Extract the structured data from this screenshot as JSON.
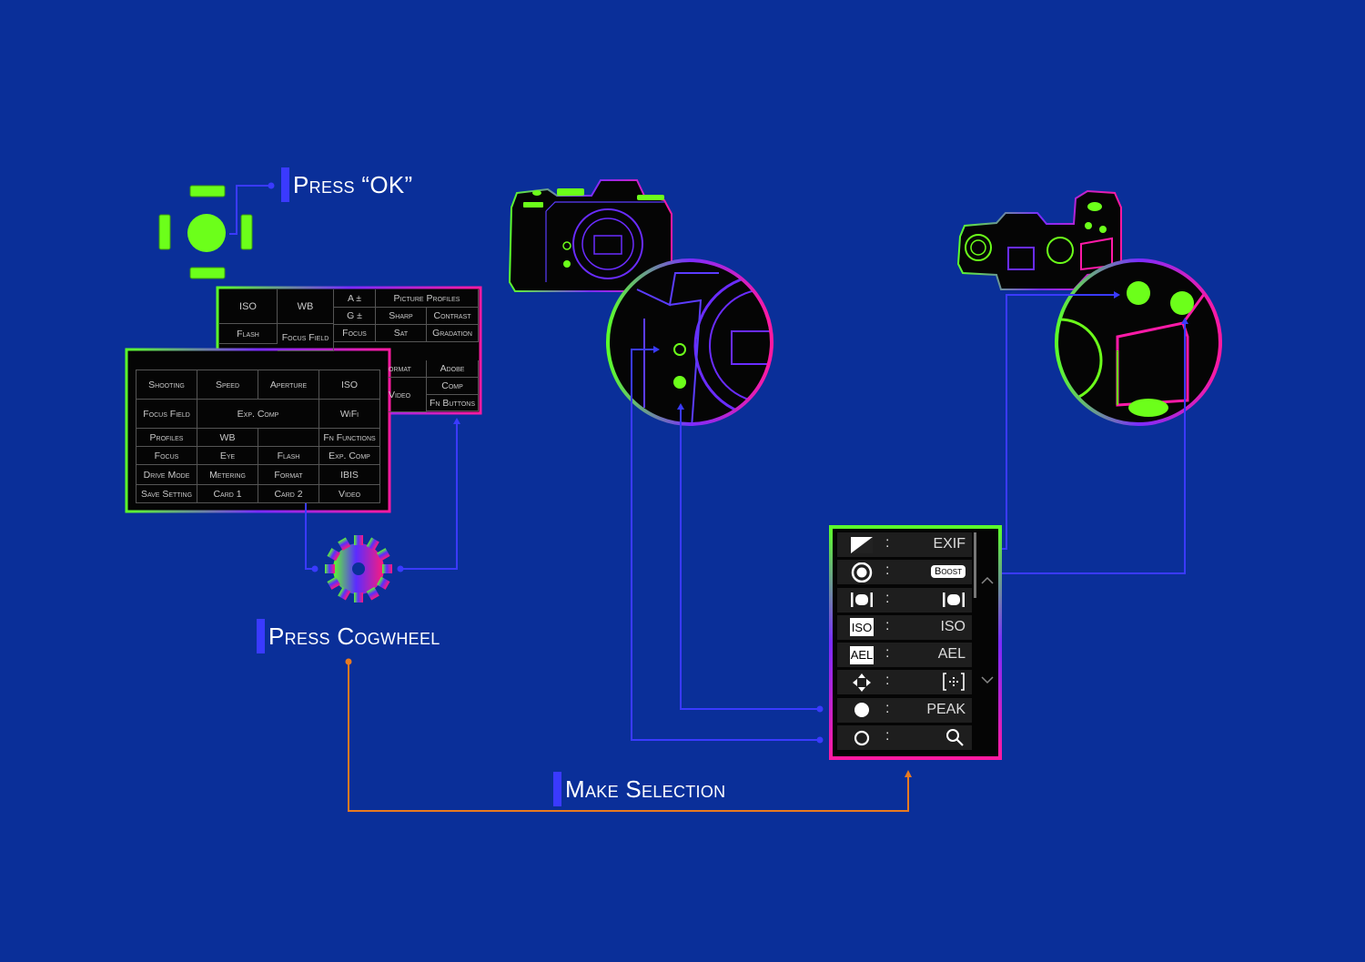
{
  "labels": {
    "press_ok": "Press “OK”",
    "press_cogwheel": "Press Cogwheel",
    "make_selection": "Make Selection"
  },
  "back_menu": {
    "cells": [
      "ISO",
      "WB",
      "A ±",
      "Picture Profiles",
      "G ±",
      "Sharp",
      "Contrast",
      "Flash",
      "Focus Field",
      "Focus",
      "Sat",
      "Gradation",
      "ormat",
      "Adobe",
      "Comp",
      "Video",
      "Fn Buttons"
    ]
  },
  "front_menu": {
    "rows": [
      [
        "Shooting",
        "Speed",
        "Aperture",
        "ISO"
      ],
      [
        "Focus Field",
        "Exp. Comp",
        "WiFi"
      ],
      [
        "Profiles",
        "WB",
        "",
        "Fn Functions"
      ],
      [
        "Focus",
        "Eye",
        "Flash",
        "Exp. Comp"
      ],
      [
        "Drive Mode",
        "Metering",
        "Format",
        "IBIS"
      ],
      [
        "Save Setting",
        "Card 1",
        "Card 2",
        "Video"
      ]
    ]
  },
  "fn_panel": {
    "rows": [
      {
        "icon": "exposure-icon",
        "value": "EXIF"
      },
      {
        "icon": "record-icon",
        "value": "Boost"
      },
      {
        "icon": "lens-icon",
        "value": ""
      },
      {
        "icon": "iso-icon",
        "icon_text": "ISO",
        "value": "ISO"
      },
      {
        "icon": "ael-icon",
        "icon_text": "AEL",
        "value": "AEL"
      },
      {
        "icon": "move-arrows-icon",
        "value": ""
      },
      {
        "icon": "filled-dot-icon",
        "value": "PEAK"
      },
      {
        "icon": "ring-icon",
        "value": ""
      }
    ]
  },
  "colors": {
    "background": "#0a2f99",
    "green": "#6cff1a",
    "magenta": "#ff1aa8",
    "blue_line": "#3a3aff",
    "orange_line": "#e87a20"
  }
}
